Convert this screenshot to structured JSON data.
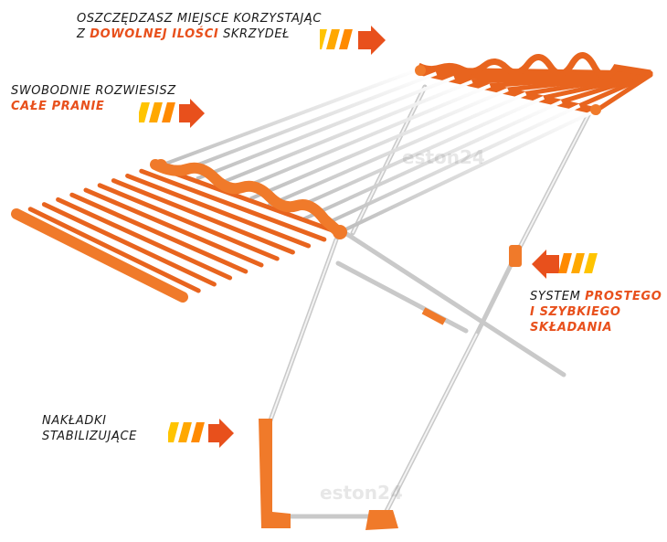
{
  "captions": {
    "space": {
      "line1": "OSZCZĘDZASZ MIEJSCE KORZYSTAJĄC",
      "line2_pre": "Z ",
      "line2_hl": "DOWOLNEJ ILOŚCI",
      "line2_post": " SKRZYDEŁ"
    },
    "hang": {
      "line1": "SWOBODNIE ROZWIESISZ",
      "line2_hl": "CAŁE PRANIE"
    },
    "fold": {
      "line1_pre": "SYSTEM ",
      "line1_hl": "PROSTEGO",
      "line2_hl": "I SZYBKIEGO",
      "line3_hl": "SKŁADANIA"
    },
    "feet": {
      "line1": "NAKŁADKI",
      "line2": "STABILIZUJĄCE"
    }
  },
  "watermark": "eston24",
  "colors": {
    "accent": "#e8501c",
    "frame": "#dcdcdc",
    "arrow_light": "#ffb000",
    "arrow_dark": "#e8501c"
  }
}
